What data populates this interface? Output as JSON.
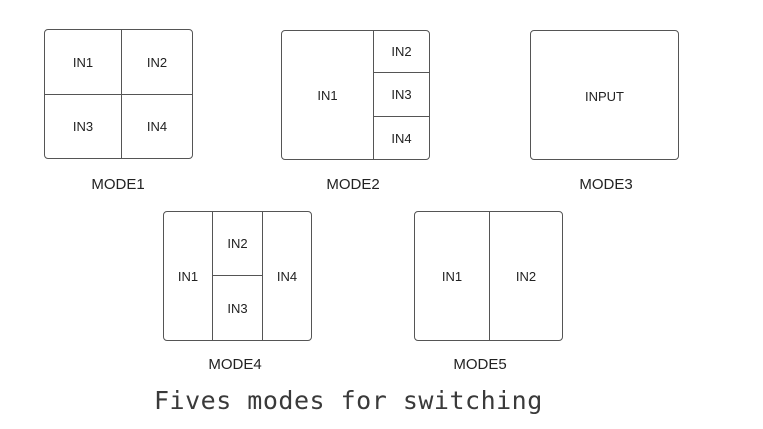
{
  "modes": [
    {
      "label": "MODE1",
      "cells": [
        "IN1",
        "IN2",
        "IN3",
        "IN4"
      ]
    },
    {
      "label": "MODE2",
      "cells": [
        "IN1",
        "IN2",
        "IN3",
        "IN4"
      ]
    },
    {
      "label": "MODE3",
      "cells": [
        "INPUT"
      ]
    },
    {
      "label": "MODE4",
      "cells": [
        "IN1",
        "IN2",
        "IN3",
        "IN4"
      ]
    },
    {
      "label": "MODE5",
      "cells": [
        "IN1",
        "IN2"
      ]
    }
  ],
  "caption": "Fives modes for switching",
  "colors": {
    "border": "#555555",
    "text": "#222222",
    "caption": "#3a3a3a",
    "background": "#ffffff"
  }
}
